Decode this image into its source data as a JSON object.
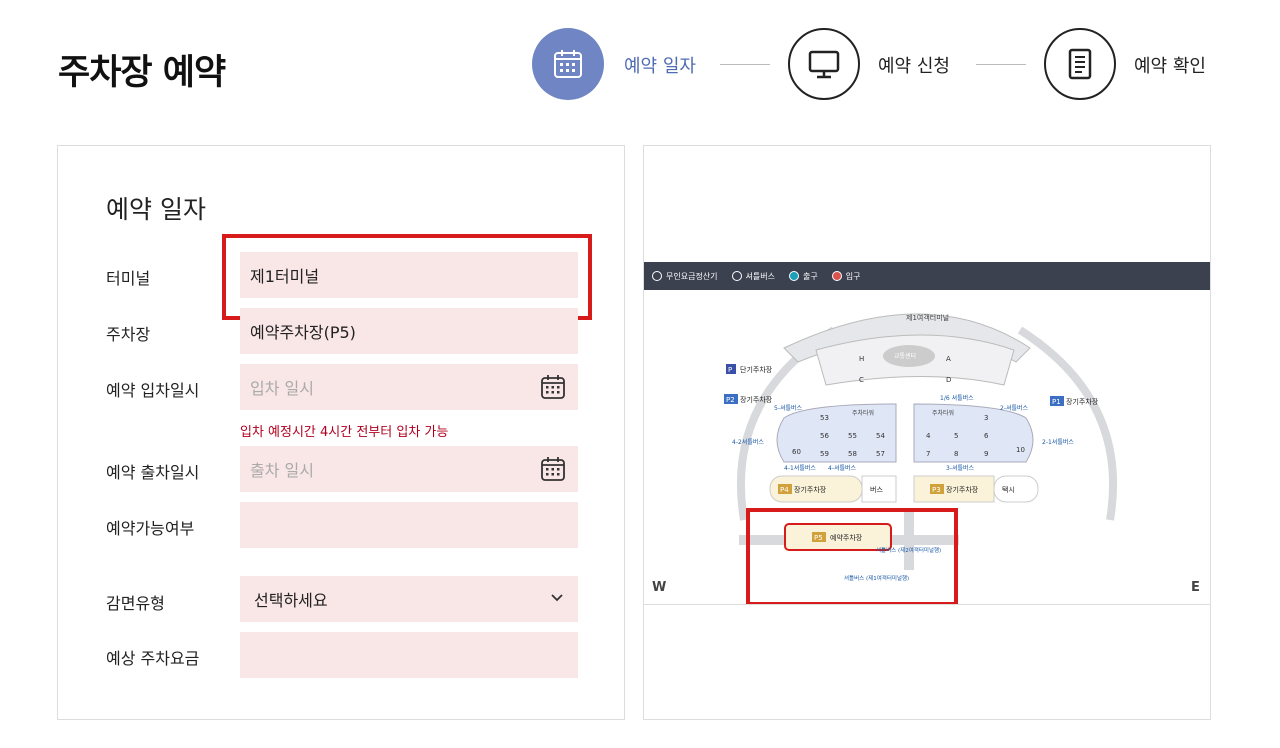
{
  "page": {
    "title": "주차장 예약"
  },
  "steps": [
    {
      "label": "예약 일자",
      "icon": "calendar-icon",
      "active": true
    },
    {
      "label": "예약 신청",
      "icon": "monitor-icon",
      "active": false
    },
    {
      "label": "예약 확인",
      "icon": "document-icon",
      "active": false
    }
  ],
  "form": {
    "section_title": "예약 일자",
    "terminal": {
      "label": "터미널",
      "value": "제1터미널"
    },
    "parking": {
      "label": "주차장",
      "value": "예약주차장(P5)"
    },
    "entry": {
      "label": "예약 입차일시",
      "placeholder": "입차 일시"
    },
    "entry_note": "입차 예정시간 4시간 전부터 입차 가능",
    "exit": {
      "label": "예약 출차일시",
      "placeholder": "출차 일시"
    },
    "availability": {
      "label": "예약가능여부",
      "value": ""
    },
    "discount": {
      "label": "감면유형",
      "value": "선택하세요"
    },
    "fee": {
      "label": "예상 주차요금",
      "value": ""
    }
  },
  "map": {
    "legend": [
      "무인요금정산기",
      "셔틀버스",
      "출구",
      "입구"
    ],
    "terminal_name": "제1여객터미널",
    "transport_center": "교통센터",
    "gates": [
      "H",
      "A",
      "C",
      "D"
    ],
    "lots": {
      "short": "단기주차장",
      "p1": "장기주차장",
      "p2": "장기주차장",
      "p3": "장기주차장",
      "p4": "장기주차장",
      "p5": "예약주차장"
    },
    "lot_codes": {
      "short": "P",
      "p1": "P1",
      "p2": "P2",
      "p3": "P3",
      "p4": "P4",
      "p5": "P5"
    },
    "tower_left": "주차타워",
    "tower_right": "주차타워",
    "bus": "버스",
    "taxi": "택시",
    "zones_left": [
      "53",
      "56",
      "55",
      "54",
      "60",
      "59",
      "58",
      "57"
    ],
    "zones_right": [
      "3",
      "4",
      "5",
      "6",
      "7",
      "8",
      "9",
      "10"
    ],
    "shuttle_stops": [
      "5-셔틀버스",
      "1/6 셔틀버스",
      "2-셔틀버스",
      "4-2셔틀버스",
      "2-1셔틀버스",
      "4-1셔틀버스",
      "4-셔틀버스",
      "3-셔틀버스"
    ],
    "p5_bus_1": "셔틀버스 (제2여객터미널행)",
    "p5_bus_2": "셔틀버스 (제1여객터미널행)",
    "west": "W",
    "east": "E"
  },
  "colors": {
    "accent": "#6f85c4",
    "field_bg": "#f9e6e6",
    "highlight": "#d71b1b",
    "note": "#b0001e"
  }
}
